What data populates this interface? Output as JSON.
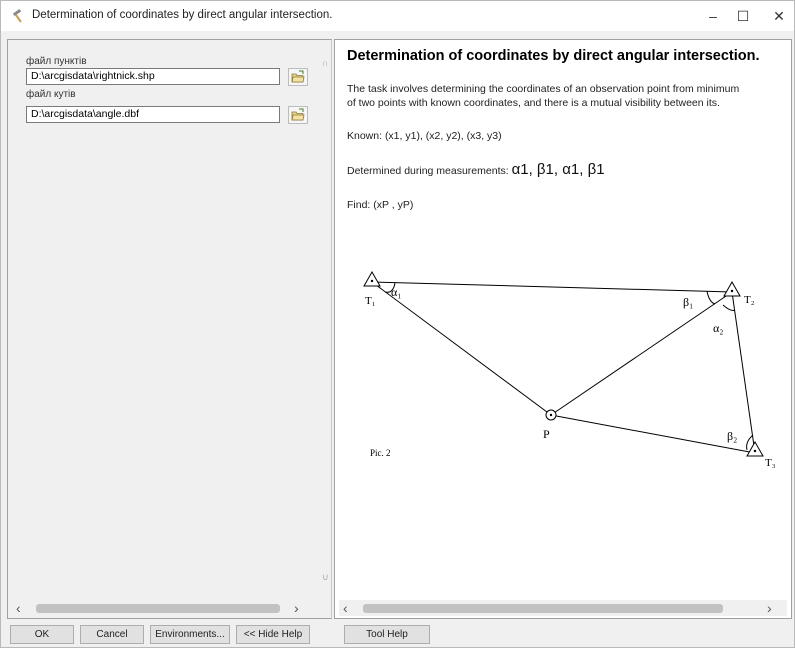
{
  "window": {
    "title": "Determination of coordinates by direct angular  intersection.",
    "min_glyph": "–",
    "max_glyph": "☐",
    "close_glyph": "✕"
  },
  "params": {
    "points_label": "файл пунктів",
    "points_value": "D:\\arcgisdata\\rightnick.shp",
    "angles_label": "файл кутів",
    "angles_value": "D:\\arcgisdata\\angle.dbf"
  },
  "help": {
    "title": "Determination of coordinates by direct angular intersection.",
    "task_line1": "The task involves determining the coordinates of an observation point from minimum",
    "task_line2": "of two points with known coordinates, and there is a mutual visibility between its.",
    "known": "Known: (x1, y1), (x2, y2), (x3, y3)",
    "measured_prefix": "Determined during measurements: ",
    "measured_values": "α1, β1, α1, β1",
    "find": "Find: (xP , yP)"
  },
  "diagram": {
    "t1_label": "T₁",
    "t2_label": "T₂",
    "t3_label": "T₃",
    "p_label": "P",
    "alpha1": "α₁",
    "beta1": "β₁",
    "alpha2": "α₂",
    "beta2": "β₂",
    "caption": "Pic. 2"
  },
  "buttons": {
    "ok": "OK",
    "cancel": "Cancel",
    "environments": "Environments...",
    "hide_help": "<< Hide Help",
    "tool_help": "Tool Help"
  },
  "colors": {
    "window_bg": "#f0f0f0",
    "pane_bg": "#ffffff",
    "button_bg": "#e1e1e1"
  }
}
